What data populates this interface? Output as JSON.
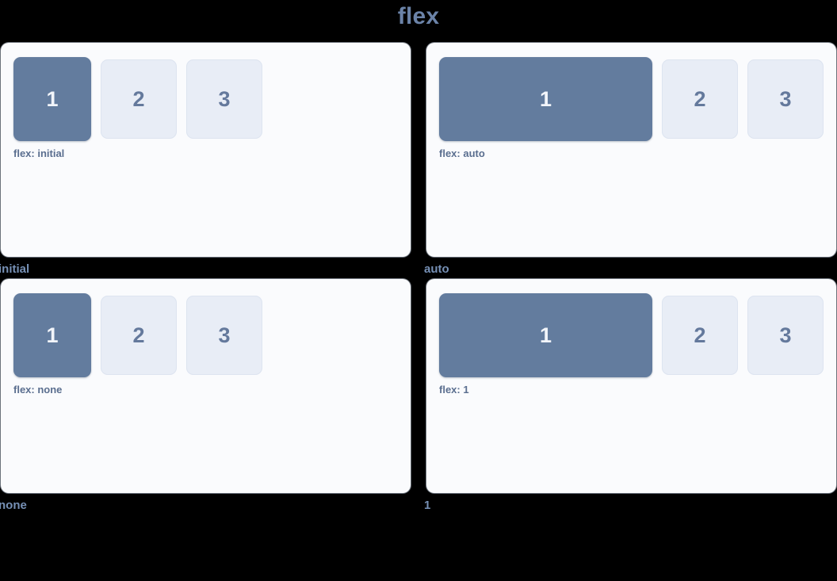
{
  "title": "flex",
  "colors": {
    "background": "#000000",
    "panel_background": "#fafbfd",
    "box_primary": "#637c9e",
    "box_muted": "#e8edf6",
    "title_text": "#6b83a8",
    "caption_text": "#5a6e8f",
    "label_text": "#7690b5"
  },
  "demos": [
    {
      "label": "initial",
      "caption": "flex: initial",
      "boxes": [
        {
          "text": "1",
          "style": "primary"
        },
        {
          "text": "2",
          "style": "muted"
        },
        {
          "text": "3",
          "style": "muted"
        }
      ]
    },
    {
      "label": "auto",
      "caption": "flex: auto",
      "boxes": [
        {
          "text": "1",
          "style": "primary"
        },
        {
          "text": "2",
          "style": "muted"
        },
        {
          "text": "3",
          "style": "muted"
        }
      ]
    },
    {
      "label": "none",
      "caption": "flex: none",
      "boxes": [
        {
          "text": "1",
          "style": "primary"
        },
        {
          "text": "2",
          "style": "muted"
        },
        {
          "text": "3",
          "style": "muted"
        }
      ]
    },
    {
      "label": "1",
      "caption": "flex: 1",
      "boxes": [
        {
          "text": "1",
          "style": "primary"
        },
        {
          "text": "2",
          "style": "muted"
        },
        {
          "text": "3",
          "style": "muted"
        }
      ]
    }
  ]
}
